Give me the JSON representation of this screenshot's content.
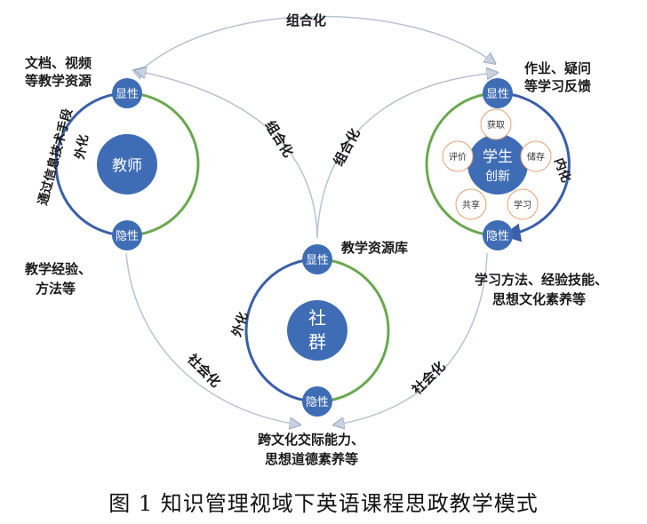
{
  "labels": {
    "top_arc": "组合化",
    "inner_left": "组合化",
    "inner_right": "组合化",
    "bottom_left": "社会化",
    "bottom_right": "社会化"
  },
  "teacher": {
    "center": "教师",
    "top_node": "显性",
    "bottom_node": "隐性",
    "top_text": [
      "文档、视频",
      "等教学资源"
    ],
    "bottom_text": [
      "教学经验、",
      "方法等"
    ],
    "side_text": "通过信息技术手段",
    "side_text2": "外化"
  },
  "student": {
    "center": [
      "学生",
      "创新"
    ],
    "top_node": "显性",
    "bottom_node": "隐性",
    "top_text": [
      "作业、疑问",
      "等学习反馈"
    ],
    "bottom_text": [
      "学习方法、经验技能、",
      "思想文化素养等"
    ],
    "side_text": "内化",
    "satellites": [
      "获取",
      "储存",
      "学习",
      "共享",
      "评价"
    ]
  },
  "community": {
    "center": [
      "社",
      "群"
    ],
    "top_node": "显性",
    "bottom_node": "隐性",
    "top_text": "教学资源库",
    "bottom_text": [
      "跨文化交际能力、",
      "思想道德素养等"
    ],
    "side_text": "外化"
  },
  "caption": "图 1 知识管理视域下英语课程思政教学模式",
  "colors": {
    "node_blue": "#3f6db5",
    "ring_blue": "#3a5ea8",
    "ring_green": "#6aa84f",
    "arc_gray": "#b9c3d3",
    "orange": "#e8a070"
  }
}
